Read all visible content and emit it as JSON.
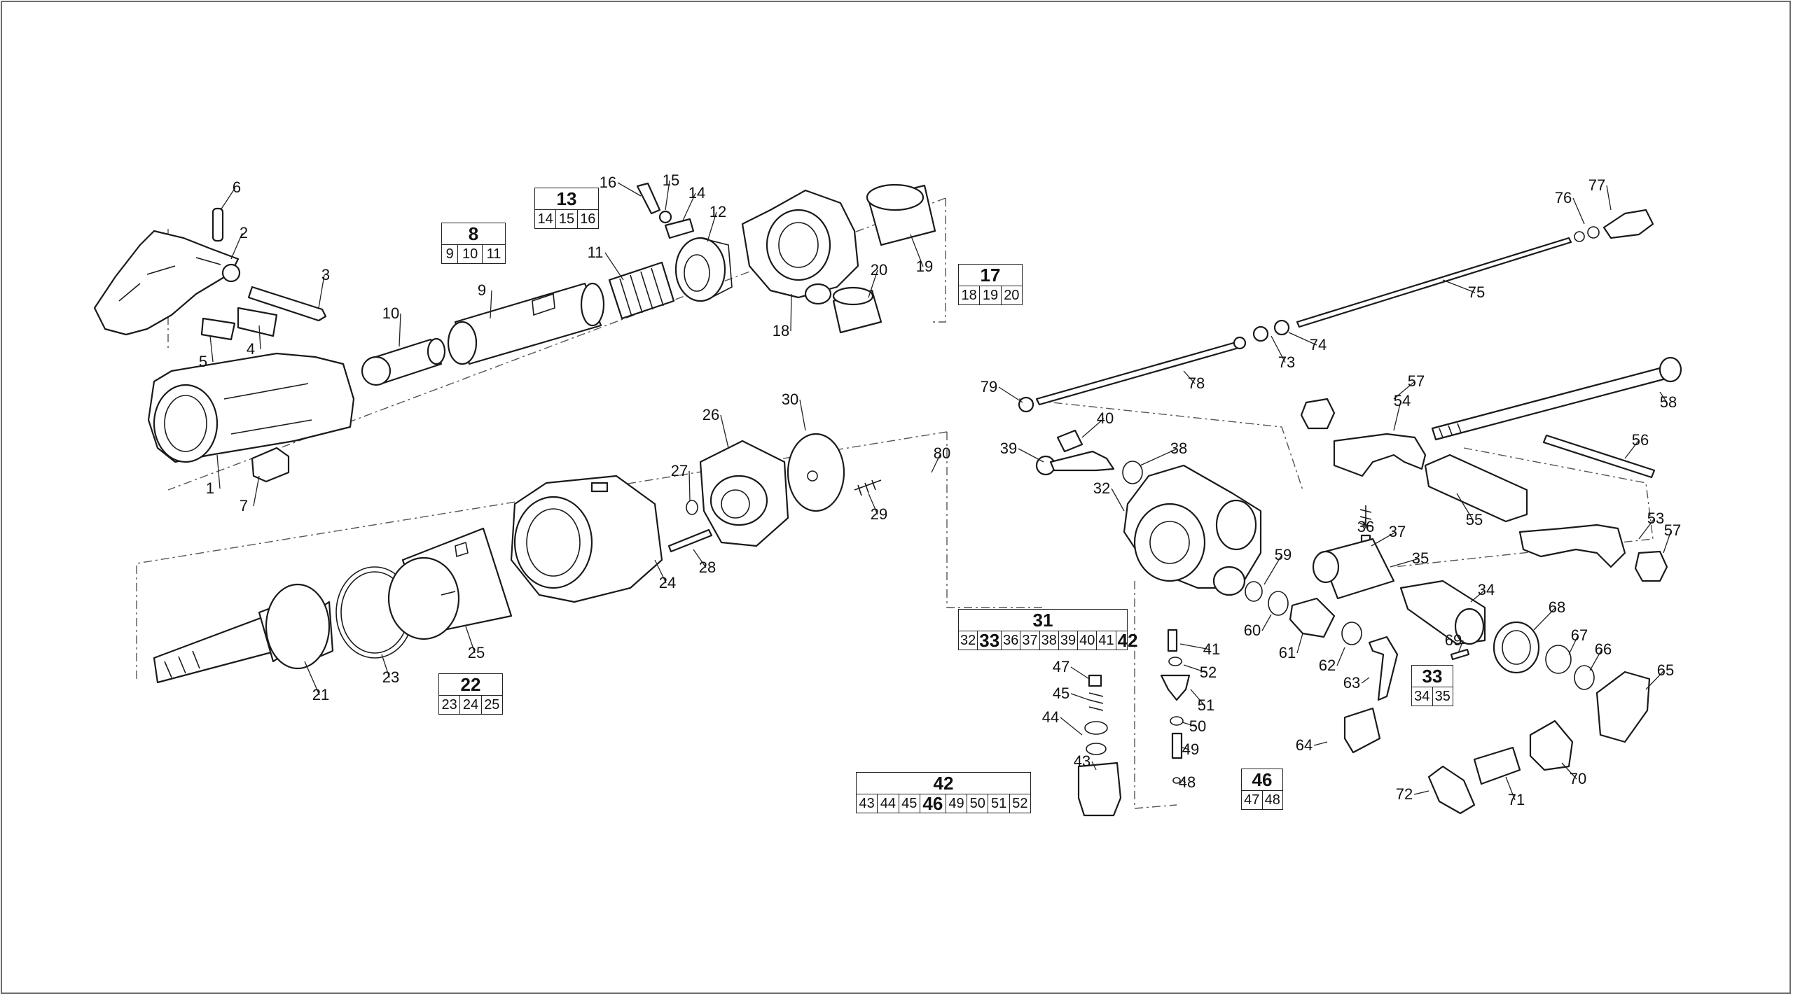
{
  "callouts": [
    "1",
    "2",
    "3",
    "4",
    "5",
    "6",
    "7",
    "9",
    "10",
    "11",
    "12",
    "14",
    "15",
    "16",
    "18",
    "19",
    "20",
    "21",
    "23",
    "24",
    "25",
    "26",
    "27",
    "28",
    "29",
    "30",
    "32",
    "34",
    "35",
    "36",
    "37",
    "38",
    "39",
    "40",
    "41",
    "43",
    "44",
    "45",
    "47",
    "48",
    "49",
    "50",
    "51",
    "52",
    "53",
    "54",
    "55",
    "56",
    "57",
    "57",
    "58",
    "59",
    "60",
    "61",
    "62",
    "63",
    "64",
    "65",
    "66",
    "67",
    "68",
    "69",
    "70",
    "71",
    "72",
    "73",
    "74",
    "75",
    "76",
    "77",
    "78",
    "79",
    "80"
  ],
  "groups": [
    {
      "title": "8",
      "items": [
        {
          "n": "9"
        },
        {
          "n": "10"
        },
        {
          "n": "11"
        }
      ]
    },
    {
      "title": "13",
      "items": [
        {
          "n": "14"
        },
        {
          "n": "15"
        },
        {
          "n": "16"
        }
      ]
    },
    {
      "title": "17",
      "items": [
        {
          "n": "18"
        },
        {
          "n": "19"
        },
        {
          "n": "20"
        }
      ]
    },
    {
      "title": "22",
      "items": [
        {
          "n": "23"
        },
        {
          "n": "24"
        },
        {
          "n": "25"
        }
      ]
    },
    {
      "title": "31",
      "items": [
        {
          "n": "32"
        },
        {
          "n": "33",
          "em": true
        },
        {
          "n": "36"
        },
        {
          "n": "37"
        },
        {
          "n": "38"
        },
        {
          "n": "39"
        },
        {
          "n": "40"
        },
        {
          "n": "41"
        },
        {
          "n": "42",
          "em": true
        }
      ]
    },
    {
      "title": "33",
      "items": [
        {
          "n": "34"
        },
        {
          "n": "35"
        }
      ]
    },
    {
      "title": "42",
      "items": [
        {
          "n": "43"
        },
        {
          "n": "44"
        },
        {
          "n": "45"
        },
        {
          "n": "46",
          "em": true
        },
        {
          "n": "49"
        },
        {
          "n": "50"
        },
        {
          "n": "51"
        },
        {
          "n": "52"
        }
      ]
    },
    {
      "title": "46",
      "items": [
        {
          "n": "47"
        },
        {
          "n": "48"
        }
      ]
    }
  ]
}
